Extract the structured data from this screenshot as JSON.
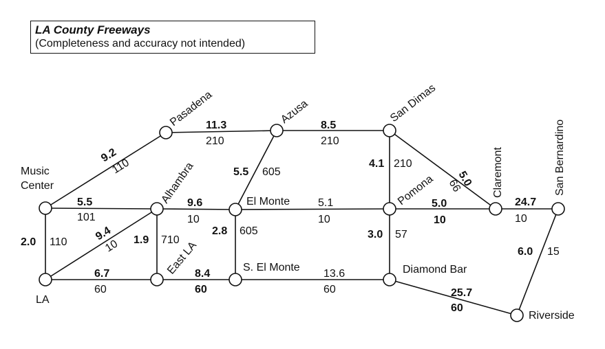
{
  "title": {
    "line1": "LA County  Freeways",
    "line2": "(Completeness and accuracy not intended)"
  },
  "nodes": {
    "music_center_1": "Music",
    "music_center_2": "Center",
    "pasadena": "Pasadena",
    "azusa": "Azusa",
    "san_dimas": "San Dimas",
    "claremont": "Claremont",
    "san_bernardino": "San Bernardino",
    "alhambra": "Alhambra",
    "el_monte": "El Monte",
    "pomona": "Pomona",
    "la": "LA",
    "east_la": "East LA",
    "s_el_monte": "S. El Monte",
    "diamond_bar": "Diamond Bar",
    "riverside": "Riverside"
  },
  "edges": {
    "mc_pasadena": {
      "dist": "9.2",
      "route": "110"
    },
    "pasadena_azusa": {
      "dist": "11.3",
      "route": "210"
    },
    "azusa_sandimas": {
      "dist": "8.5",
      "route": "210"
    },
    "azusa_elmonte": {
      "dist": "5.5",
      "route": "605"
    },
    "sandimas_pomona": {
      "dist": "4.1",
      "route": "210"
    },
    "sandimas_claremont": {
      "dist": "5.0",
      "route": "66"
    },
    "mc_alhambra": {
      "dist": "5.5",
      "route": "101"
    },
    "alhambra_elmonte": {
      "dist": "9.6",
      "route": "10"
    },
    "elmonte_pomona": {
      "dist": "5.1",
      "route": "10"
    },
    "pomona_claremont": {
      "dist": "5.0",
      "route": "10"
    },
    "claremont_sanbern": {
      "dist": "24.7",
      "route": "10"
    },
    "mc_la": {
      "dist": "2.0",
      "route": "110"
    },
    "la_alhambra": {
      "dist": "9.4",
      "route": "10"
    },
    "alhambra_eastla": {
      "dist": "1.9",
      "route": "710"
    },
    "elmonte_selmonte": {
      "dist": "2.8",
      "route": "605"
    },
    "pomona_diamondbar": {
      "dist": "3.0",
      "route": "57"
    },
    "sanbern_riverside": {
      "dist": "6.0",
      "route": "15"
    },
    "la_eastla": {
      "dist": "6.7",
      "route": "60"
    },
    "eastla_selmonte": {
      "dist": "8.4",
      "route": "60"
    },
    "selmonte_diamondbar": {
      "dist": "13.6",
      "route": "60"
    },
    "diamondbar_riverside": {
      "dist": "25.7",
      "route": "60"
    }
  }
}
